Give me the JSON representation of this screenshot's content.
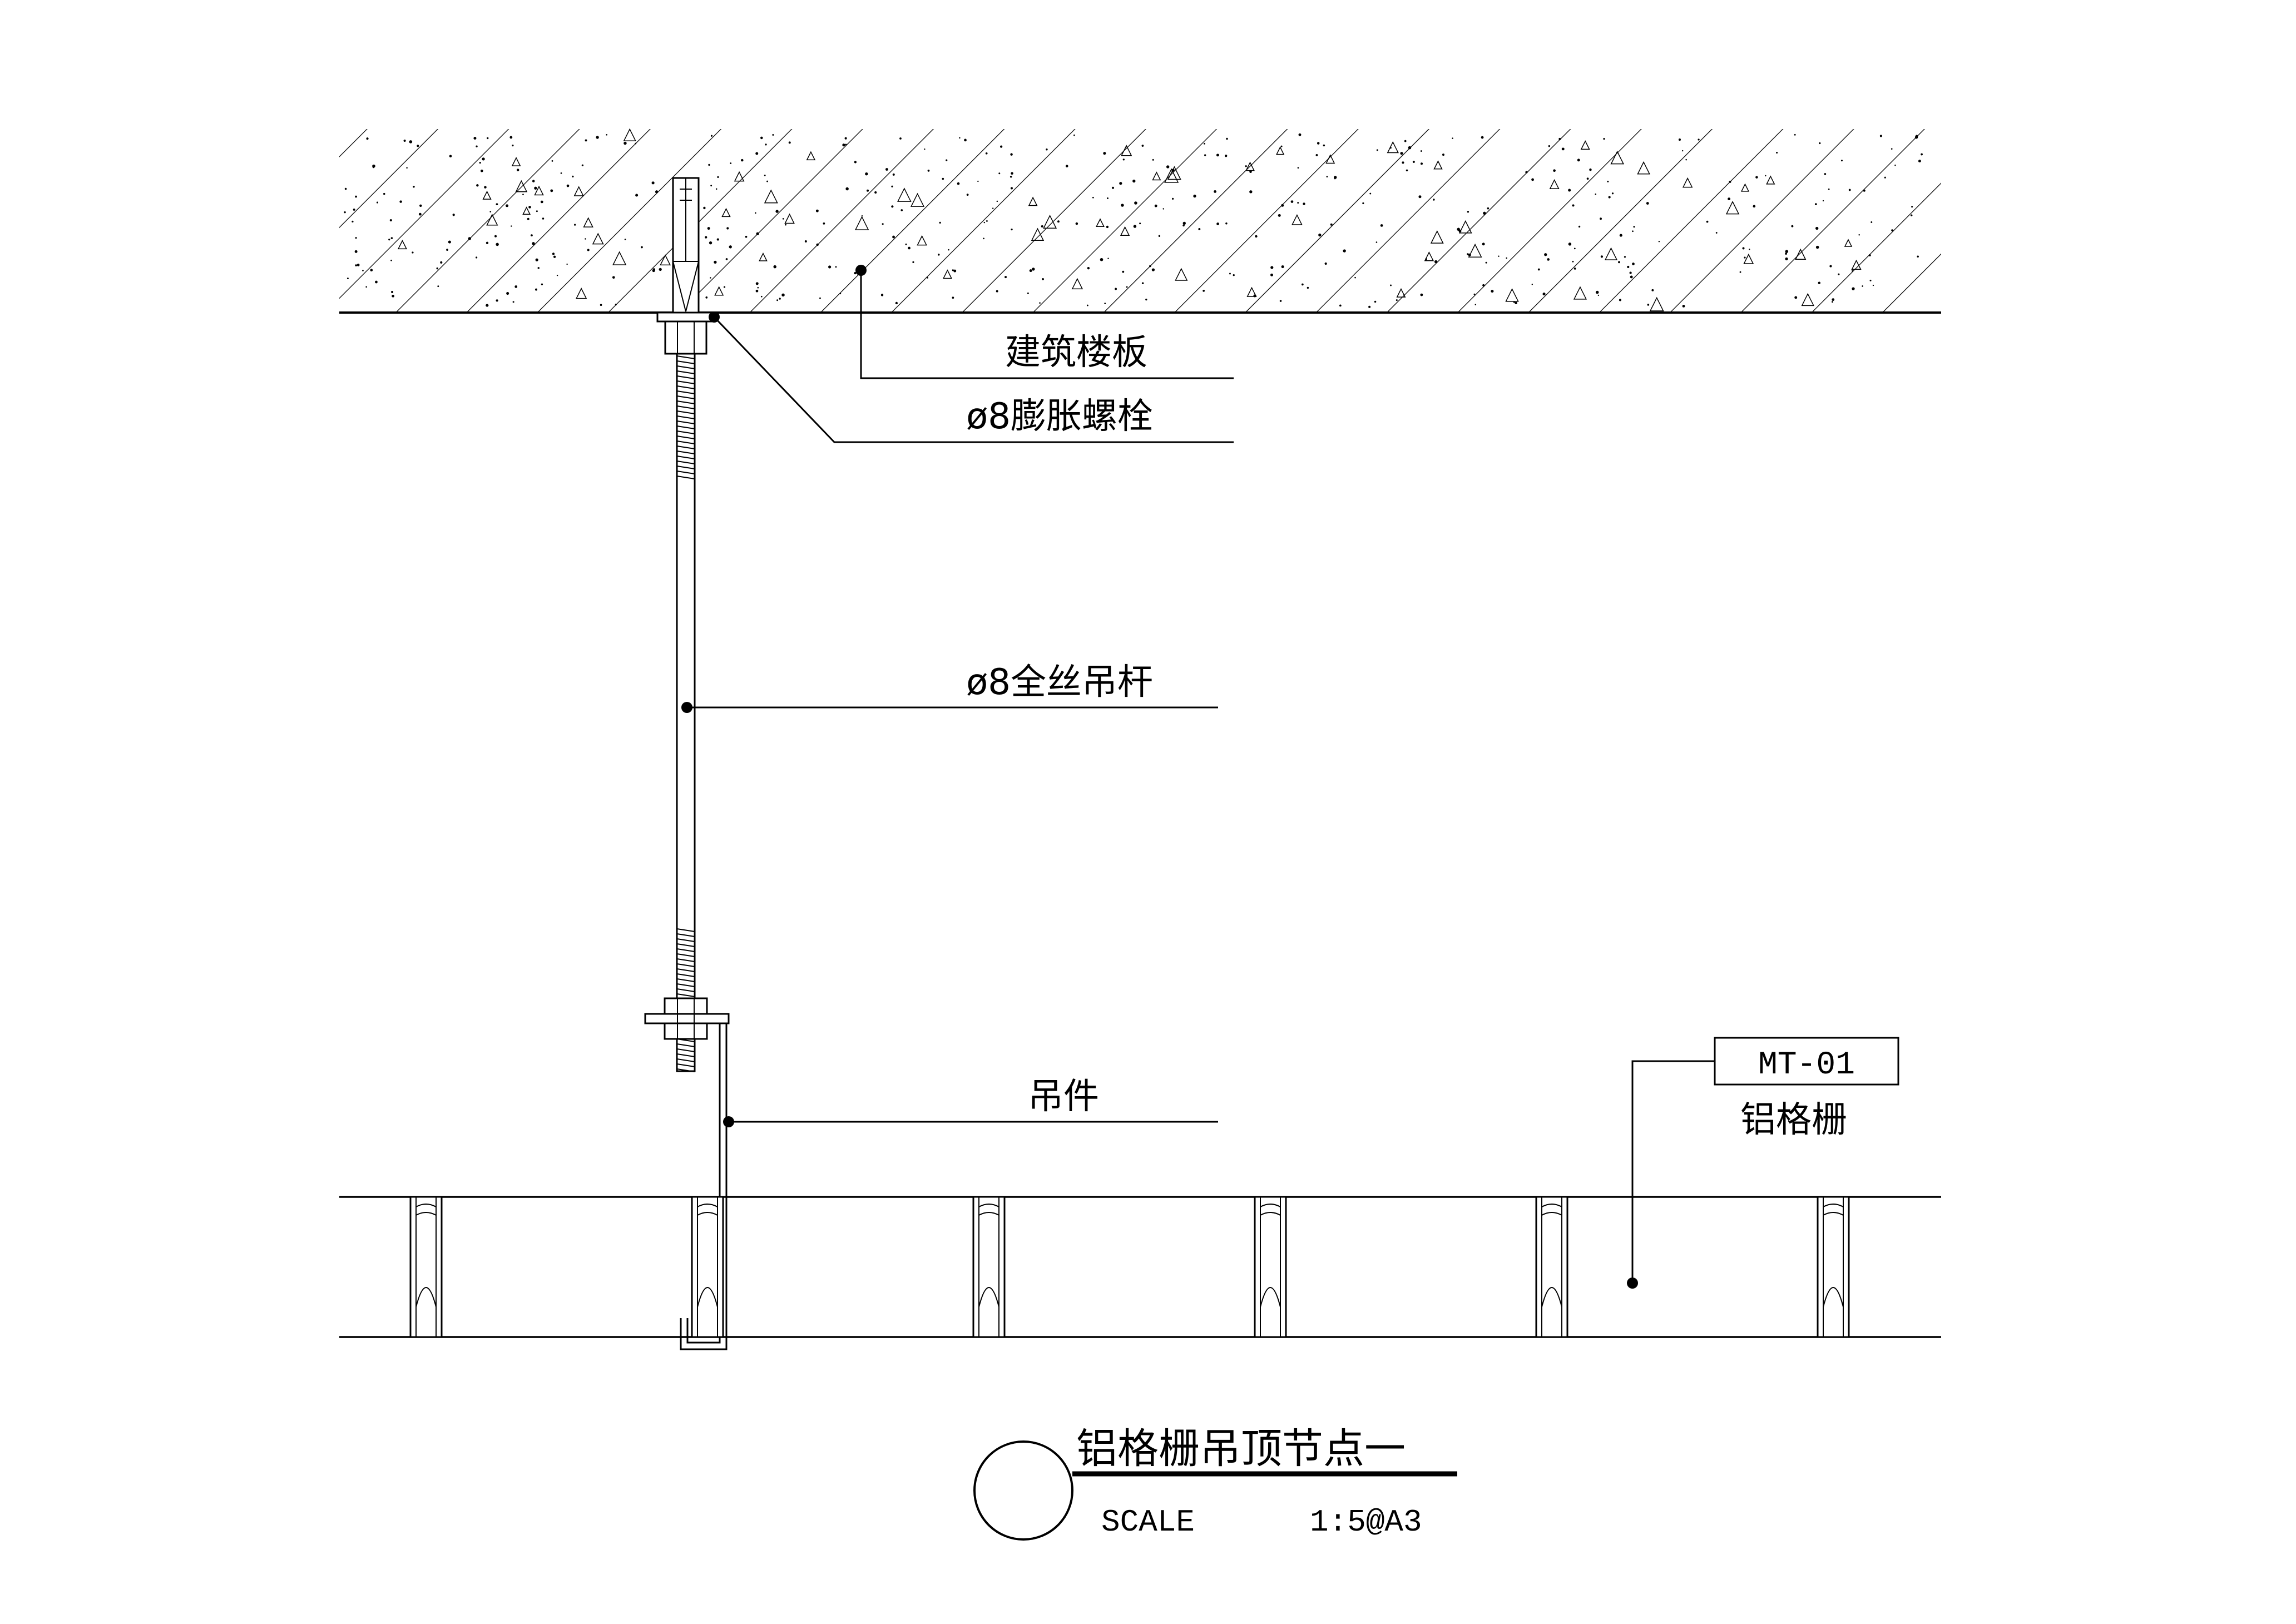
{
  "labels": {
    "slab": "建筑楼板",
    "bolt": "ø8膨胀螺栓",
    "rod": "ø8全丝吊杆",
    "hanger": "吊件",
    "material_code": "MT-01",
    "material_name": "铝格栅"
  },
  "title_block": {
    "title": "铝格栅吊顶节点一",
    "scale_label": "SCALE",
    "scale_value": "1:5@A3"
  },
  "colors": {
    "line": "#000000",
    "background": "#ffffff"
  }
}
